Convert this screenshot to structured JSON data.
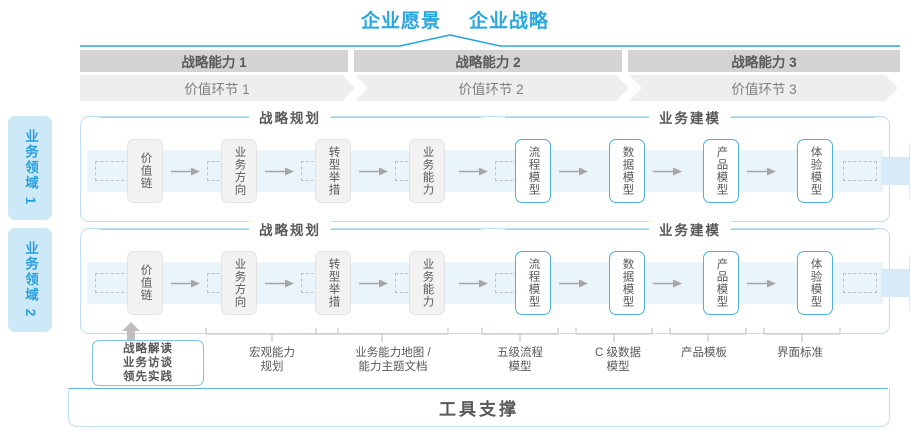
{
  "header": {
    "titles": [
      "企业愿景",
      "企业战略"
    ],
    "accent_color": "#29A8E0"
  },
  "capabilities": [
    {
      "label": "战略能力 1"
    },
    {
      "label": "战略能力 2"
    },
    {
      "label": "战略能力 3"
    }
  ],
  "value_stages": [
    {
      "label": "价值环节 1"
    },
    {
      "label": "价值环节 2"
    },
    {
      "label": "价值环节 3"
    }
  ],
  "domains": [
    {
      "label": "业务领域 1"
    },
    {
      "label": "业务领域 2"
    }
  ],
  "sections": {
    "left": "战略规划",
    "right": "业务建模"
  },
  "nodes": {
    "gray": [
      "价值链",
      "业务方向",
      "转型举措",
      "业务能力"
    ],
    "blue": [
      "流程模型",
      "数据模型",
      "产品模型",
      "体验模型"
    ]
  },
  "tools": [
    {
      "label": "战略解读\n业务访谈\n领先实践",
      "boxed": true
    },
    {
      "label": "宏观能力\n规划",
      "boxed": false
    },
    {
      "label": "业务能力地图 /\n能力主题文档",
      "boxed": false
    },
    {
      "label": "五级流程\n模型",
      "boxed": false
    },
    {
      "label": "C 级数据\n模型",
      "boxed": false
    },
    {
      "label": "产品模板",
      "boxed": false
    },
    {
      "label": "界面标准",
      "boxed": false
    }
  ],
  "footer": {
    "label": "工具支撑"
  },
  "colors": {
    "accent_blue": "#29A8E0",
    "pale_blue_band": "#EAF4FB",
    "bar_dark_gray": "#D3D3D3",
    "bar_light_gray": "#EEEEEE",
    "node_gray": "#F2F2F2",
    "node_blue_border": "#4FB0DE",
    "domain_bg": "#CDE9F7"
  }
}
